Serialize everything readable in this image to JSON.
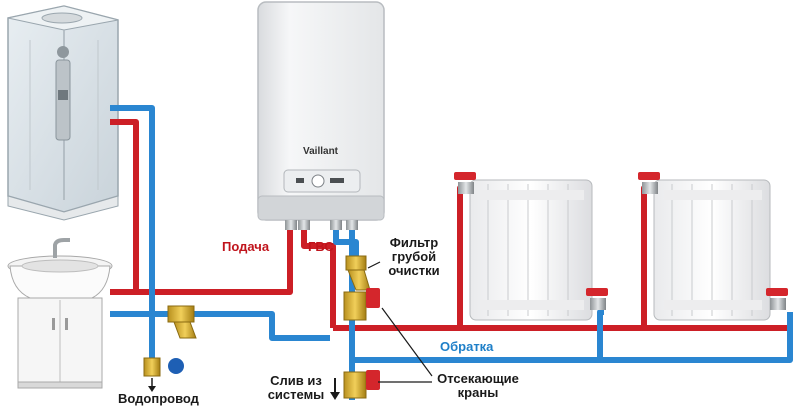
{
  "boiler": {
    "brand": "Vaillant"
  },
  "labels": {
    "supply": "Подача",
    "hot_water": "ГВС",
    "coarse_filter": [
      "Фильтр",
      "грубой",
      "очистки"
    ],
    "return": "Обратка",
    "water_main": "Водопровод",
    "drain": [
      "Слив из",
      "системы"
    ],
    "shutoff_valves": [
      "Отсекающие",
      "краны"
    ]
  },
  "colors": {
    "hot_pipe": "#cc1f26",
    "cold_pipe": "#2a86d1",
    "label_dark": "#1a1a1a"
  }
}
